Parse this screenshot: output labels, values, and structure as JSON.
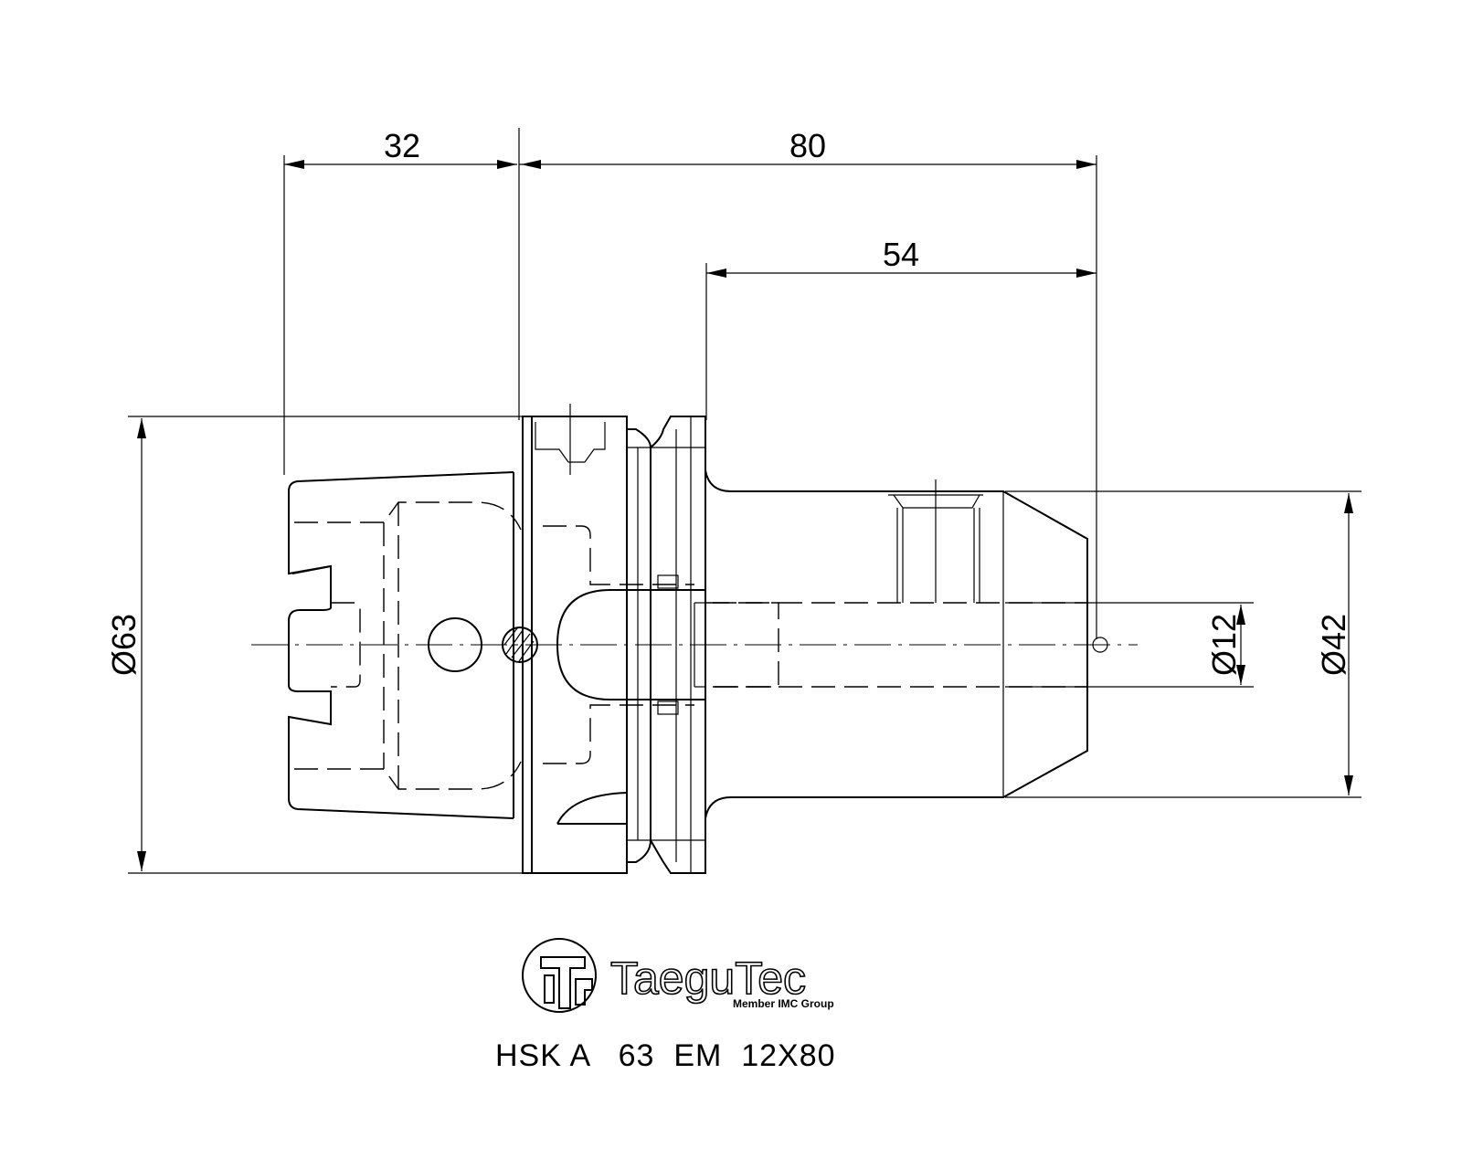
{
  "dimensions": {
    "flange_length": "32",
    "total_length": "80",
    "shank_length": "54",
    "flange_diameter": "Ø63",
    "shank_diameter": "Ø42",
    "bore_diameter": "Ø12"
  },
  "logo": {
    "brand": "TaeguTec",
    "tagline": "Member IMC Group"
  },
  "title": {
    "designation": "HSK A   63  EM  12X80"
  }
}
